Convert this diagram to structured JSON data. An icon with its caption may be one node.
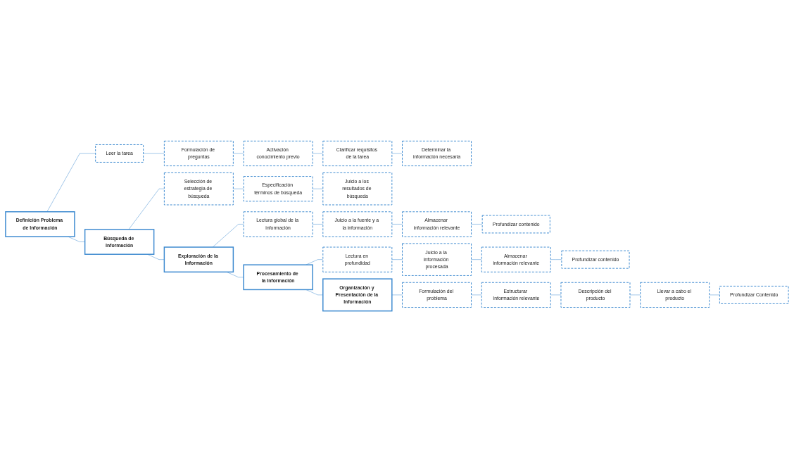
{
  "diagram": {
    "nodes": [
      {
        "text": [
          "Definición Problema de Información"
        ]
      },
      {
        "text": [
          "Leer la tarea"
        ]
      },
      {
        "text": [
          "Formulación de preguntas"
        ]
      },
      {
        "text": [
          "Activación conocimiento previo"
        ]
      },
      {
        "text": [
          "Clarificar requisitos de la tarea"
        ]
      },
      {
        "text": [
          "Determinar la información necesaria"
        ]
      },
      {
        "text": [
          "Búsqueda de Información"
        ]
      },
      {
        "text": [
          "Selección de estrategia de búsqueda"
        ]
      },
      {
        "text": [
          "Especificación términos de búsqueda"
        ]
      },
      {
        "text": [
          "Juicio a los resultados de búsqueda"
        ]
      },
      {
        "text": [
          "Exploración de la Información"
        ]
      },
      {
        "text": [
          "Lectura global de la información"
        ]
      },
      {
        "text": [
          "Juicio a la fuente y a la información"
        ]
      },
      {
        "text": [
          "Almacenar información relevante"
        ]
      },
      {
        "text": [
          "Profundizar contenido"
        ]
      },
      {
        "text": [
          "Procesamiento de la Información"
        ]
      },
      {
        "text": [
          "Lectura en profundidad"
        ]
      },
      {
        "text": [
          "Juicio a la información procesada"
        ]
      },
      {
        "text": [
          "Almacenar información relevante"
        ]
      },
      {
        "text": [
          "Profundizar contenido"
        ]
      },
      {
        "text": [
          "Organización y Presentación de la Información"
        ]
      },
      {
        "text": [
          "Formulación del problema"
        ]
      },
      {
        "text": [
          "Estructurar Información relevante"
        ]
      },
      {
        "text": [
          "Descripción del producto"
        ]
      },
      {
        "text": [
          "Llevar a cabo el producto"
        ]
      },
      {
        "text": [
          "Profundizar Contenido"
        ]
      }
    ],
    "edges": [
      {
        "from": 0,
        "to": 6,
        "arrow": "none"
      },
      {
        "from": 6,
        "to": 10,
        "arrow": "none"
      },
      {
        "from": 10,
        "to": 15,
        "arrow": "none"
      },
      {
        "from": 15,
        "to": 20,
        "arrow": "none"
      },
      {
        "from": 0,
        "to": 1,
        "arrow": "none"
      },
      {
        "from": 1,
        "to": 2,
        "arrow": "none"
      },
      {
        "from": 2,
        "to": 3,
        "arrow": "none"
      },
      {
        "from": 3,
        "to": 4,
        "arrow": "none"
      },
      {
        "from": 4,
        "to": 5,
        "arrow": "none"
      },
      {
        "from": 6,
        "to": 7,
        "arrow": "none"
      },
      {
        "from": 7,
        "to": 8,
        "arrow": "none"
      },
      {
        "from": 8,
        "to": 9,
        "arrow": "none"
      },
      {
        "from": 10,
        "to": 11,
        "arrow": "none"
      },
      {
        "from": 11,
        "to": 12,
        "arrow": "none"
      },
      {
        "from": 12,
        "to": 13,
        "arrow": "none"
      },
      {
        "from": 13,
        "to": 14,
        "arrow": "none"
      },
      {
        "from": 15,
        "to": 16,
        "arrow": "none"
      },
      {
        "from": 16,
        "to": 17,
        "arrow": "none"
      },
      {
        "from": 17,
        "to": 18,
        "arrow": "none"
      },
      {
        "from": 18,
        "to": 19,
        "arrow": "none"
      },
      {
        "from": 20,
        "to": 21,
        "arrow": "none"
      },
      {
        "from": 21,
        "to": 22,
        "arrow": "none"
      },
      {
        "from": 22,
        "to": 23,
        "arrow": "none"
      },
      {
        "from": 23,
        "to": 24,
        "arrow": "none"
      },
      {
        "from": 24,
        "to": 25,
        "arrow": "none"
      }
    ]
  }
}
